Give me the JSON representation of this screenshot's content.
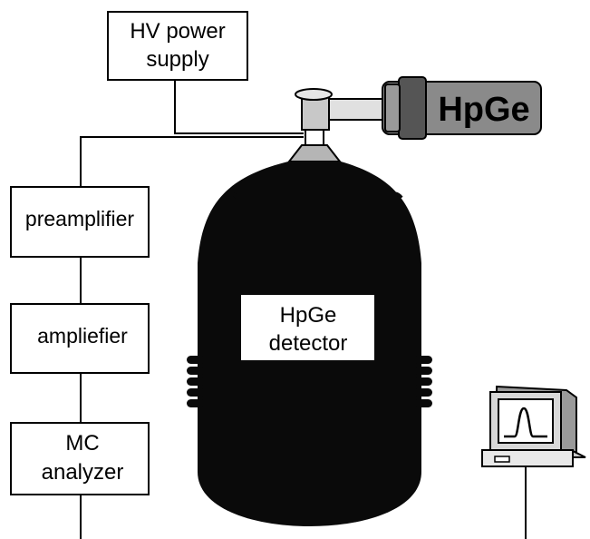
{
  "hv_power_supply": {
    "line1": "HV power",
    "line2": "supply"
  },
  "preamplifier": {
    "label": "preamplifier"
  },
  "amplifier": {
    "label": "ampliefier"
  },
  "mc_analyzer": {
    "line1": "MC",
    "line2": "analyzer"
  },
  "detector": {
    "line1": "HpGe",
    "line2": "detector"
  },
  "crystal_housing": {
    "label": "HpGe"
  },
  "colors": {
    "line": "#000000",
    "dewar": "#0a0a0a",
    "cryostat_dark": "#555555",
    "cryostat_mid": "#8a8a8a",
    "metal_light": "#e0e0e0",
    "metal_mid": "#c8c8c8",
    "screen": "#ffffff"
  },
  "icons": [
    "computer-monitor-icon",
    "signal-peak-icon"
  ]
}
